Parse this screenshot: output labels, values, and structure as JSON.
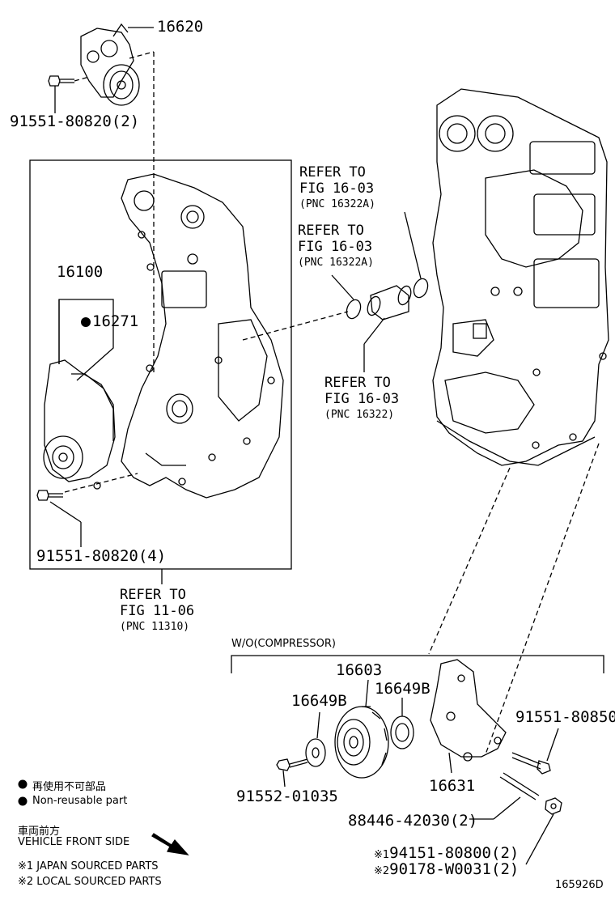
{
  "callouts": {
    "p16620": "16620",
    "p91551_80820_2": "91551-80820(2)",
    "p16100": "16100",
    "p16271": "16271",
    "p91551_80820_4": "91551-80820(4)",
    "p16603": "16603",
    "p16649b_left": "16649B",
    "p16649b_right": "16649B",
    "p91551_80850": "91551-80850",
    "p16631": "16631",
    "p91552_01035": "91552-01035",
    "p88446_42030_2": "88446-42030(2)",
    "p94151_80800_2": "94151-80800(2)",
    "p90178_w0031_2": "90178-W0031(2)"
  },
  "refs": {
    "ref1": {
      "l1": "REFER TO",
      "l2": "FIG 16-03",
      "l3": "(PNC 16322A)"
    },
    "ref2": {
      "l1": "REFER TO",
      "l2": "FIG 16-03",
      "l3": "(PNC 16322A)"
    },
    "ref3": {
      "l1": "REFER TO",
      "l2": "FIG 16-03",
      "l3": "(PNC 16322)"
    },
    "ref4": {
      "l1": "REFER TO",
      "l2": "FIG 11-06",
      "l3": "(PNC 11310)"
    }
  },
  "group_label": "W/O(COMPRESSOR)",
  "legend": {
    "non_reusable_jp": "再使用不可部品",
    "non_reusable_en": "Non-reusable part",
    "front_jp": "車両前方",
    "front_en": "VEHICLE FRONT SIDE",
    "mark1": "※1",
    "mark2": "※2",
    "japan": "※1 JAPAN SOURCED PARTS",
    "local": "※2 LOCAL SOURCED PARTS"
  },
  "figure_id": "165926D"
}
